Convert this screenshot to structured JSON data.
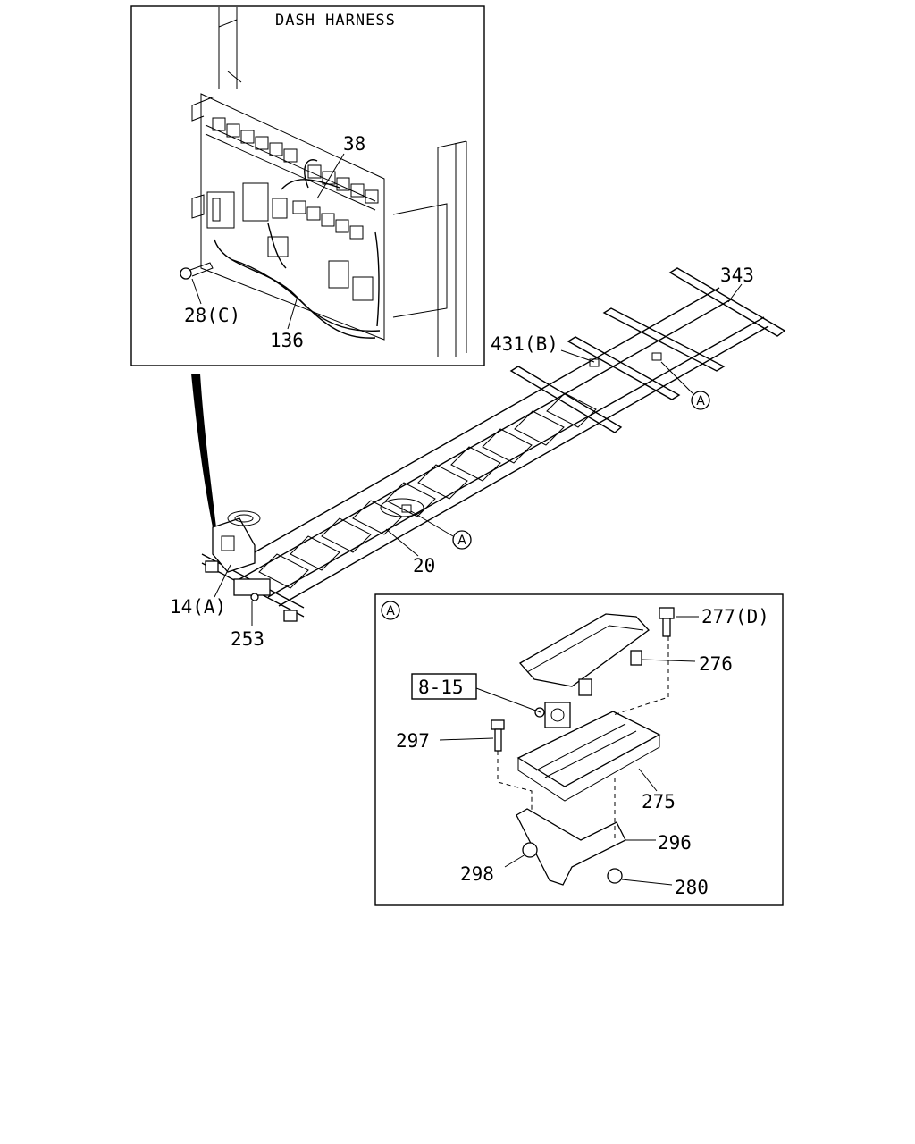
{
  "inset_dash": {
    "title": "DASH HARNESS",
    "labels": {
      "p38": "38",
      "p28c": "28(C)",
      "p136": "136"
    }
  },
  "frame": {
    "labels": {
      "p343": "343",
      "p431b": "431(B)",
      "p20": "20",
      "p14a": "14(A)",
      "p253": "253"
    },
    "ref_markers": [
      "A",
      "A"
    ]
  },
  "inset_a": {
    "tag": "A",
    "labels": {
      "p277d": "277(D)",
      "p276": "276",
      "p815": "8-15",
      "p297": "297",
      "p275": "275",
      "p296": "296",
      "p298": "298",
      "p280": "280"
    }
  }
}
